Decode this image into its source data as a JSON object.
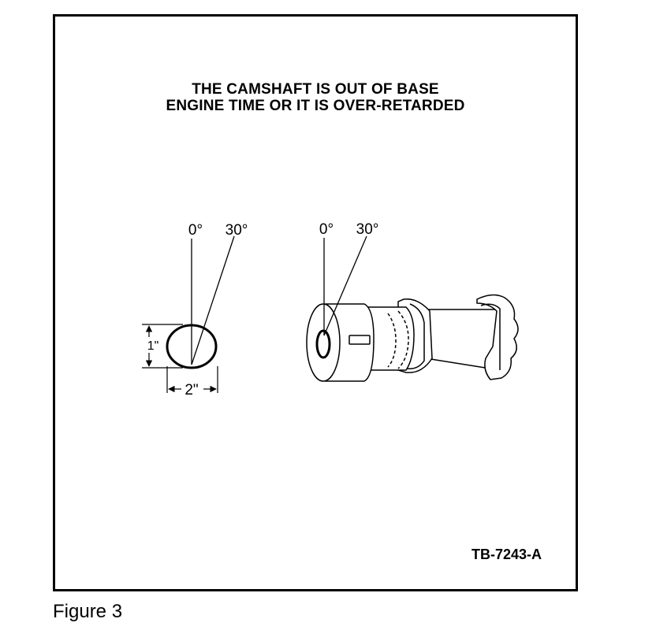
{
  "figure": {
    "title_line1": "THE CAMSHAFT IS OUT OF BASE",
    "title_line2": "ENGINE  TIME OR IT IS OVER-RETARDED",
    "reference_code": "TB-7243-A",
    "caption": "Figure 3"
  },
  "left_view": {
    "angle_zero_label": "0°",
    "angle_thirty_label": "30°",
    "height_dimension": "1\"",
    "width_dimension": "2\""
  },
  "right_view": {
    "angle_zero_label": "0°",
    "angle_thirty_label": "30°"
  }
}
